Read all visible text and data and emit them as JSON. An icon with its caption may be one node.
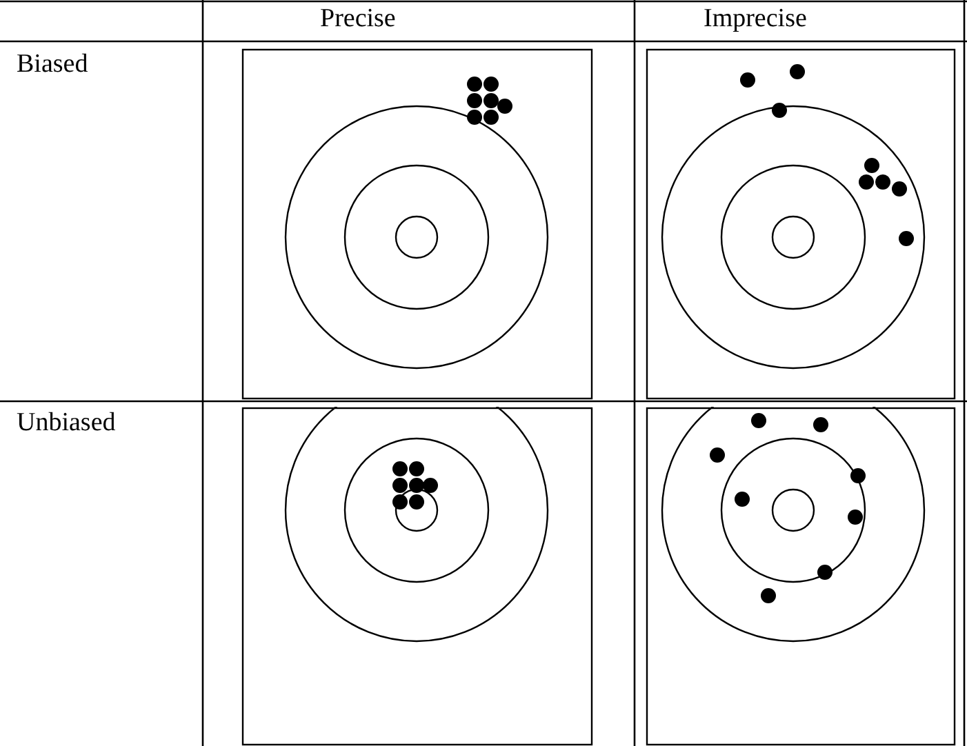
{
  "diagram": {
    "labels": [
      "Precise",
      "Imprecise",
      "Biased",
      "Unbiased"
    ]
  }
}
